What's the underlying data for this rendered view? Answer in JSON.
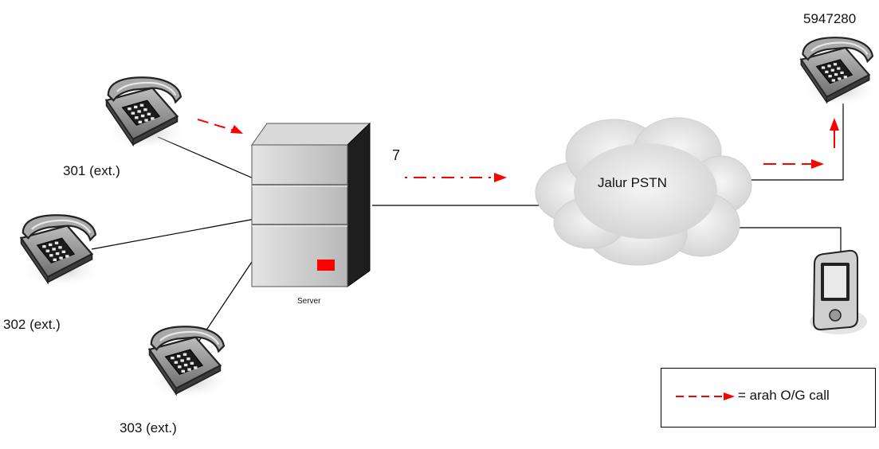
{
  "phones": {
    "ext_301": "301 (ext.)",
    "ext_302": "302 (ext.)",
    "ext_303": "303 (ext.)",
    "external_number": "5947280"
  },
  "server": {
    "label": "Server",
    "dial_digit": "7"
  },
  "cloud": {
    "label": "Jalur PSTN"
  },
  "legend": {
    "label": "= arah O/G call"
  },
  "colors": {
    "arrow": "#ff0000",
    "line": "#000000",
    "cloud": "#e8e8e8",
    "server": "#c8c8c8",
    "server_led": "#ff0000"
  },
  "icons": [
    "desk-phone-icon",
    "server-icon",
    "cloud-icon",
    "pda-icon",
    "arrow-icon"
  ]
}
